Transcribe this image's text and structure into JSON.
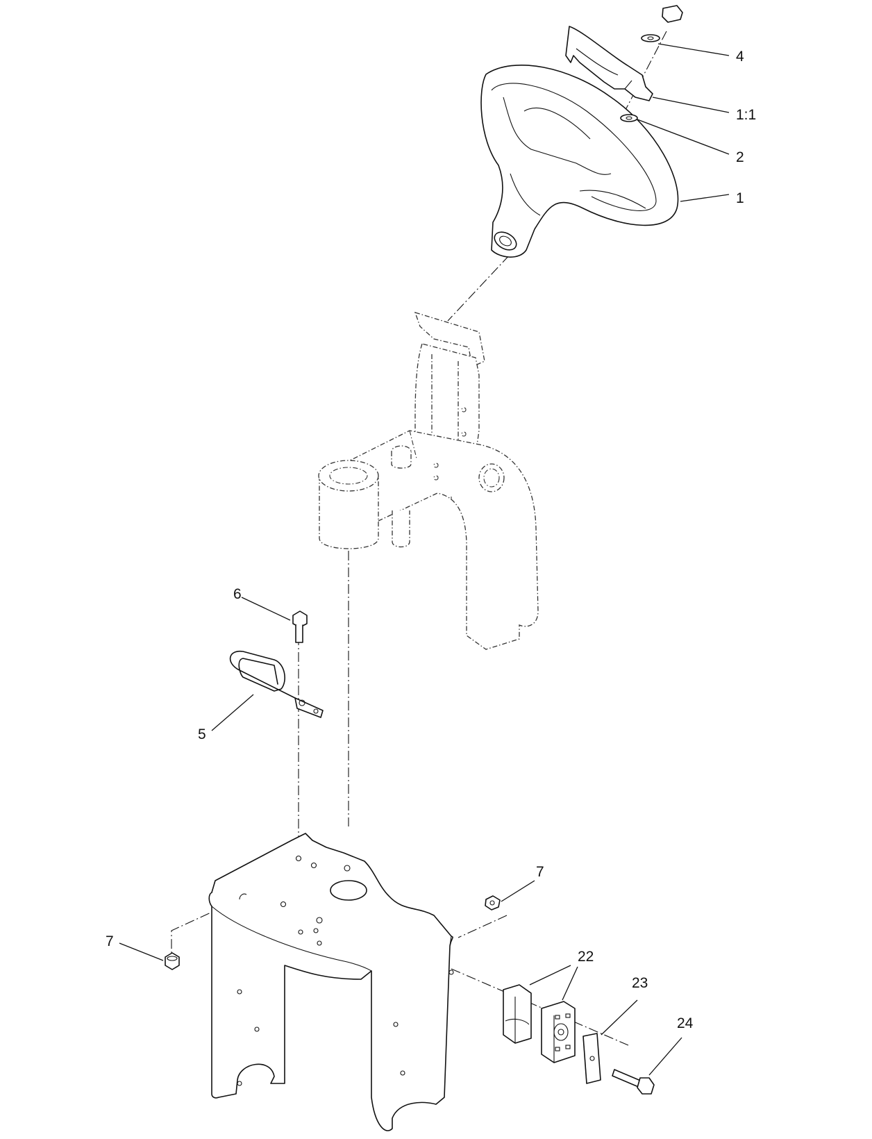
{
  "callouts": {
    "c4": "4",
    "c1_1": "1:1",
    "c2": "2",
    "c1": "1",
    "c6": "6",
    "c5": "5",
    "c7_right": "7",
    "c7_left": "7",
    "c22": "22",
    "c23": "23",
    "c24": "24"
  },
  "colors": {
    "line": "#111111",
    "background": "#ffffff"
  }
}
